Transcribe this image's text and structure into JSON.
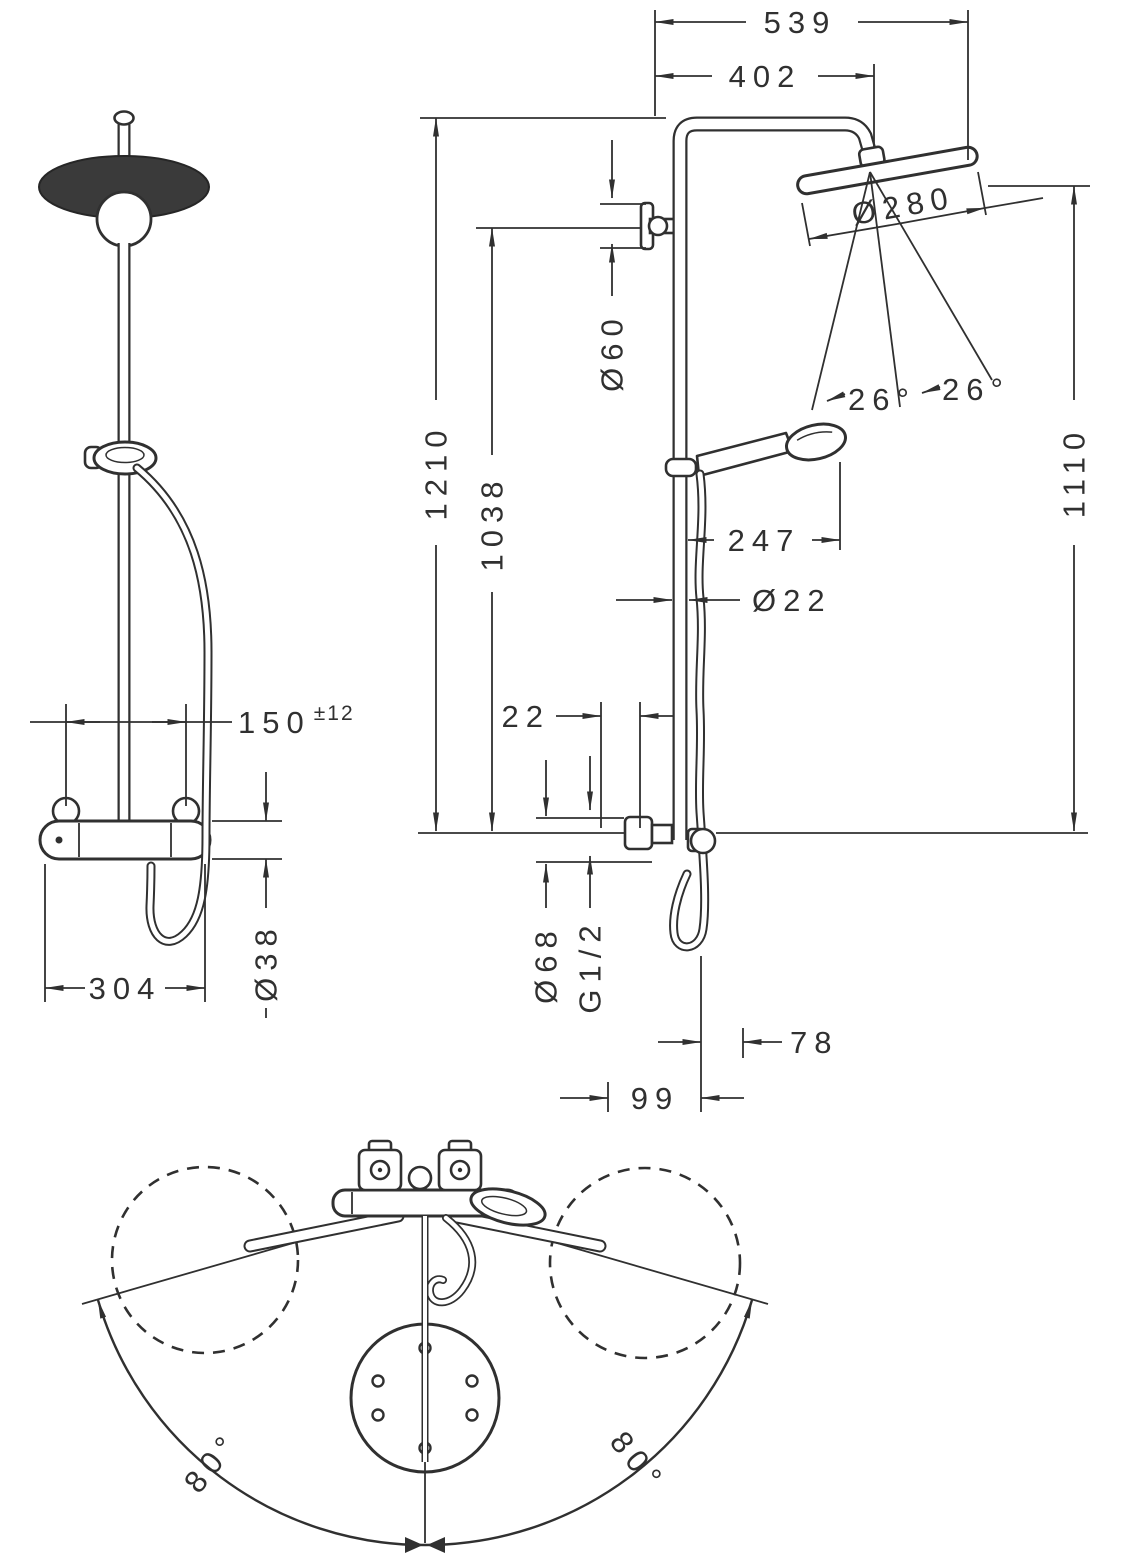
{
  "meta": {
    "ink_color": "#303030",
    "background": "#ffffff",
    "head_fill": "#3a3a3a"
  },
  "side_view": {
    "total_width": "539",
    "arm_reach": "402",
    "head_diameter": "Ø280",
    "bracket_diameter": "Ø60",
    "height_total": "1210",
    "height_lower": "1038",
    "height_to_head": "1110",
    "tilt_left": "26°",
    "tilt_right": "26°",
    "handshower_length": "247",
    "pipe_diameter": "Ø22",
    "wall_offset": "22",
    "escutcheon_diameter": "Ø68",
    "thread_size": "G1/2",
    "hose_offset": "78",
    "outlet_offset": "99"
  },
  "front_view": {
    "connection_spacing": "150",
    "connection_tolerance": "±12",
    "valve_diameter": "Ø38",
    "valve_width": "304"
  },
  "top_view": {
    "swivel_left": "80°",
    "swivel_right": "80°"
  }
}
